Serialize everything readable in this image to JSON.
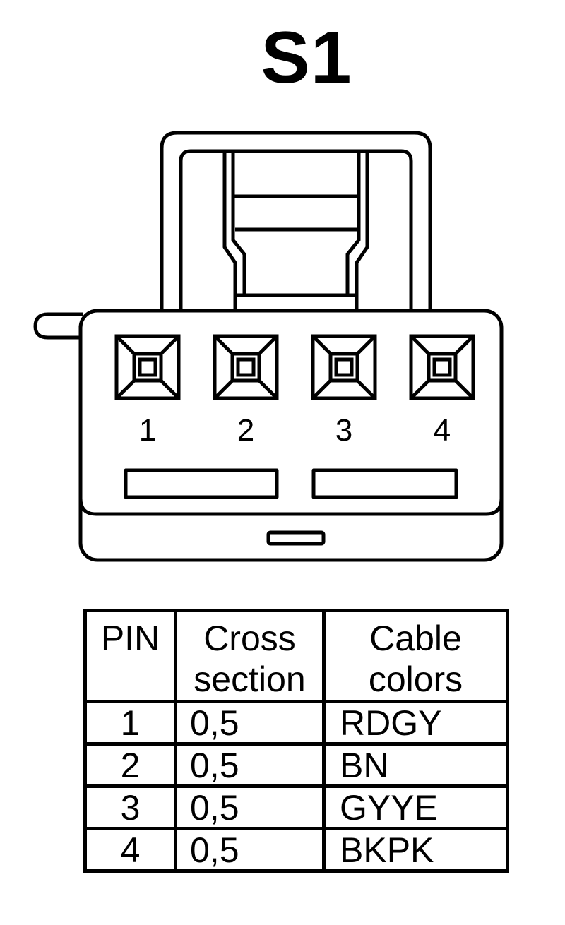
{
  "title": "S1",
  "connector": {
    "pins": [
      "1",
      "2",
      "3",
      "4"
    ]
  },
  "table": {
    "headers": {
      "pin": "PIN",
      "cross_section": [
        "Cross",
        "section"
      ],
      "cable_colors": [
        "Cable",
        "colors"
      ]
    },
    "rows": [
      {
        "pin": "1",
        "cross_section": "0,5",
        "cable_color": "RDGY"
      },
      {
        "pin": "2",
        "cross_section": "0,5",
        "cable_color": "BN"
      },
      {
        "pin": "3",
        "cross_section": "0,5",
        "cable_color": "GYYE"
      },
      {
        "pin": "4",
        "cross_section": "0,5",
        "cable_color": "BKPK"
      }
    ]
  }
}
